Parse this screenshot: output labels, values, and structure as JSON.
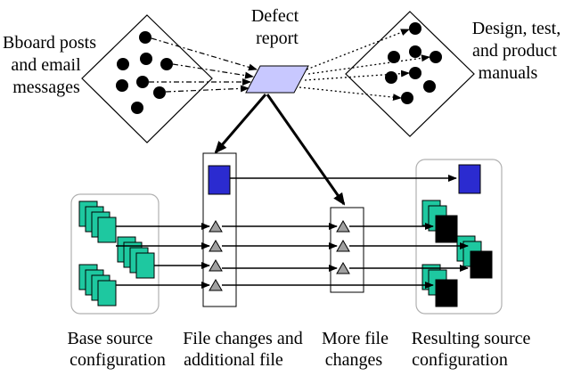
{
  "labels": {
    "bboard": [
      "Bboard posts",
      "and email",
      "messages"
    ],
    "defect": [
      "Defect",
      "report"
    ],
    "design": [
      "Design, test,",
      "and product",
      "manuals"
    ],
    "base": [
      "Base source",
      "configuration"
    ],
    "file_changes": [
      "File changes and",
      "additional file"
    ],
    "more_changes": [
      "More file",
      "changes"
    ],
    "resulting": [
      "Resulting source",
      "configuration"
    ]
  },
  "colors": {
    "teal": "#1ec8a0",
    "blue": "#2b2bd0",
    "lavender": "#c8c8ff",
    "gray_triangle": "#a0a0a0",
    "black": "#000000",
    "panel_stroke": "#b0b0b0"
  }
}
